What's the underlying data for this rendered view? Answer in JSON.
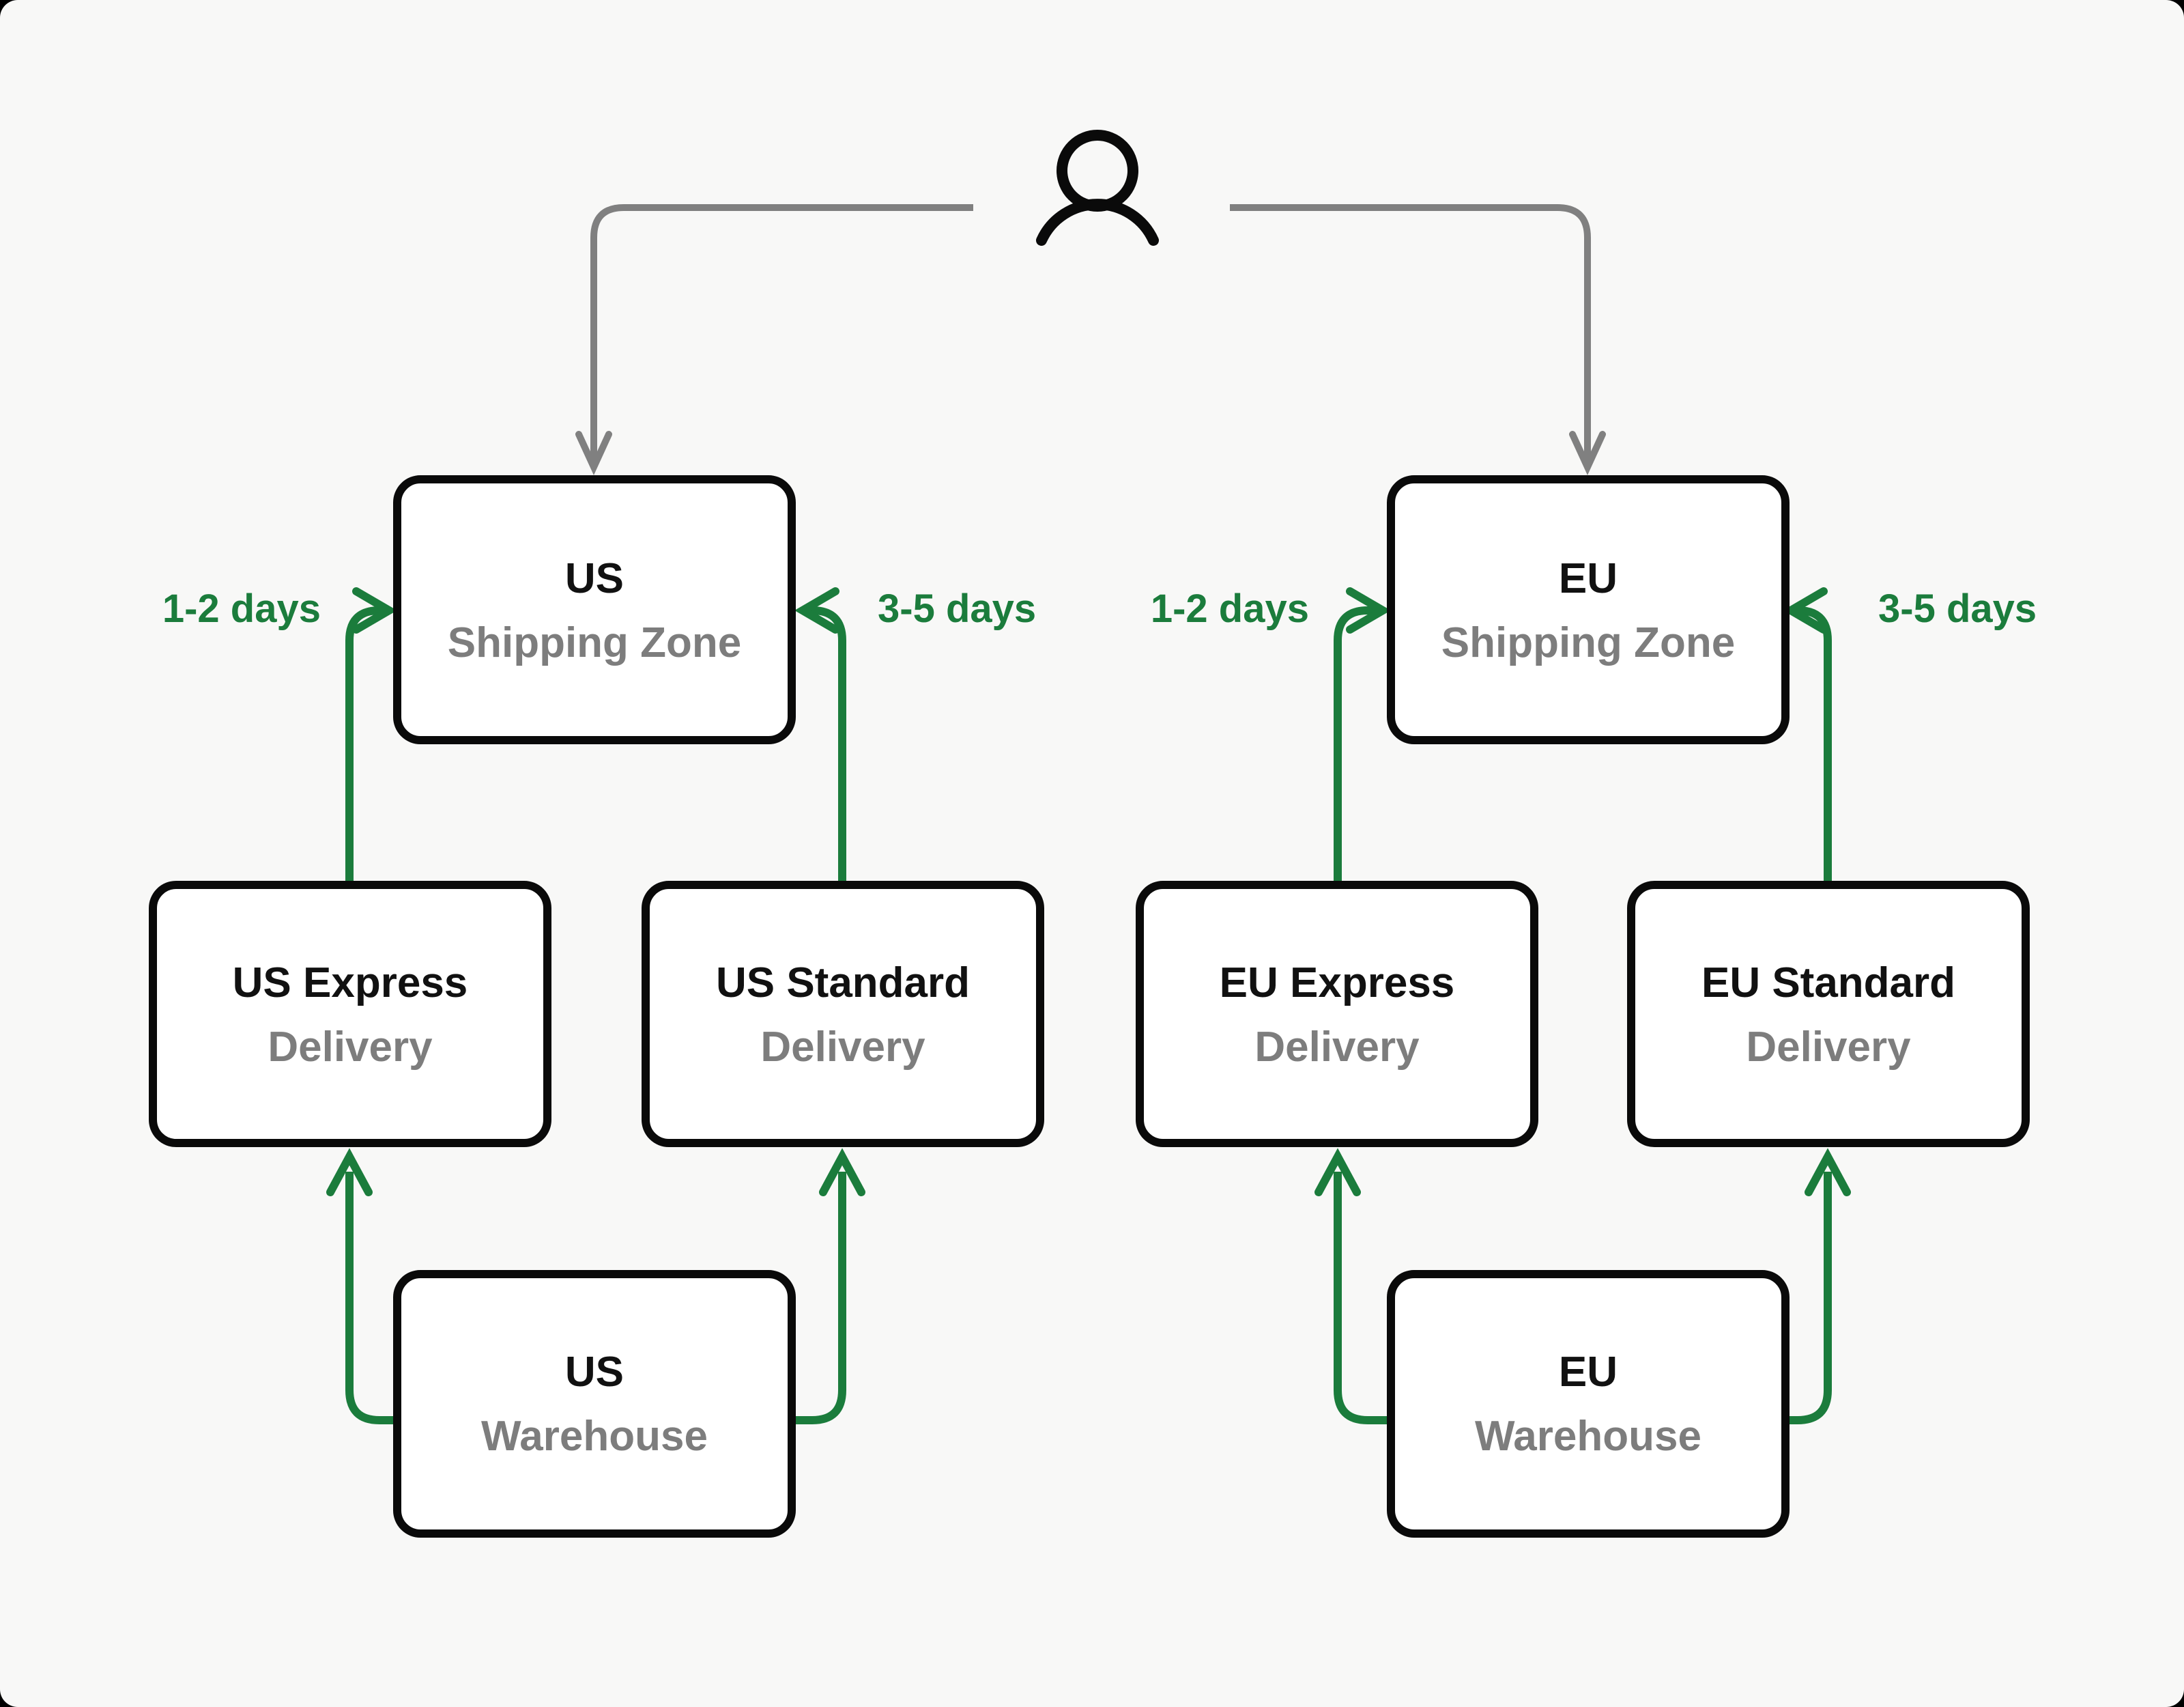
{
  "colors": {
    "background": "#f8f8f7",
    "page-behind": "#000000",
    "node-fill": "#ffffff",
    "node-border": "#0a0a0a",
    "text-primary": "#111111",
    "text-secondary": "#7d7d7d",
    "edge-green": "#1b7c3c",
    "edge-gray": "#808080",
    "icon-black": "#0a0a0a"
  },
  "person": {
    "icon": "user-icon"
  },
  "nodes": [
    {
      "id": "us-shipping-zone",
      "line1": "US",
      "line2": "Shipping Zone"
    },
    {
      "id": "eu-shipping-zone",
      "line1": "EU",
      "line2": "Shipping Zone"
    },
    {
      "id": "us-express-delivery",
      "line1": "US Express",
      "line2": "Delivery"
    },
    {
      "id": "us-standard-delivery",
      "line1": "US Standard",
      "line2": "Delivery"
    },
    {
      "id": "eu-express-delivery",
      "line1": "EU Express",
      "line2": "Delivery"
    },
    {
      "id": "eu-standard-delivery",
      "line1": "EU Standard",
      "line2": "Delivery"
    },
    {
      "id": "us-warehouse",
      "line1": "US",
      "line2": "Warehouse"
    },
    {
      "id": "eu-warehouse",
      "line1": "EU",
      "line2": "Warehouse"
    }
  ],
  "edges": [
    {
      "from": "us-express-delivery",
      "to": "us-shipping-zone",
      "label": "1-2 days",
      "color": "green"
    },
    {
      "from": "us-standard-delivery",
      "to": "us-shipping-zone",
      "label": "3-5 days",
      "color": "green"
    },
    {
      "from": "eu-express-delivery",
      "to": "eu-shipping-zone",
      "label": "1-2 days",
      "color": "green"
    },
    {
      "from": "eu-standard-delivery",
      "to": "eu-shipping-zone",
      "label": "3-5 days",
      "color": "green"
    },
    {
      "from": "us-warehouse",
      "to": "us-express-delivery",
      "label": "",
      "color": "green"
    },
    {
      "from": "us-warehouse",
      "to": "us-standard-delivery",
      "label": "",
      "color": "green"
    },
    {
      "from": "eu-warehouse",
      "to": "eu-express-delivery",
      "label": "",
      "color": "green"
    },
    {
      "from": "eu-warehouse",
      "to": "eu-standard-delivery",
      "label": "",
      "color": "green"
    },
    {
      "from": "customer",
      "to": "us-shipping-zone",
      "label": "",
      "color": "gray"
    },
    {
      "from": "customer",
      "to": "eu-shipping-zone",
      "label": "",
      "color": "gray"
    }
  ]
}
